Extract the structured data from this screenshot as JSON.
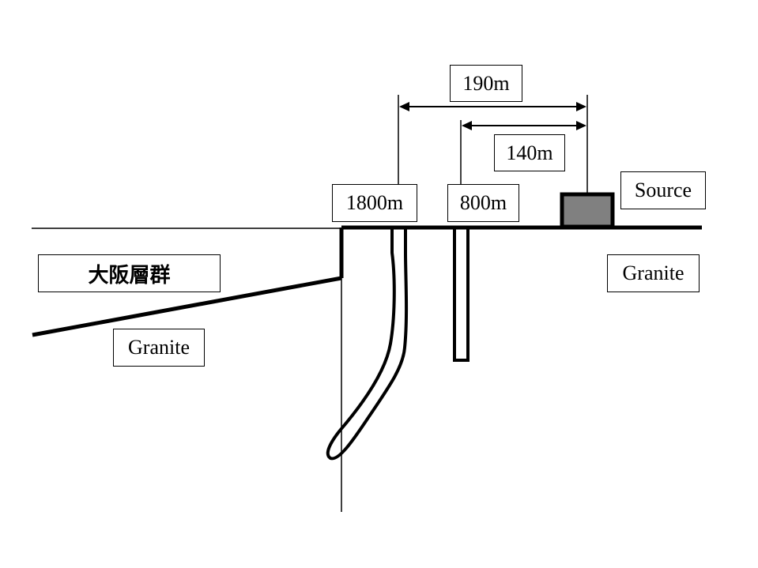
{
  "labels": {
    "dist_190": "190m",
    "dist_140": "140m",
    "well_1800": "1800m",
    "well_800": "800m",
    "source": "Source",
    "granite_right": "Granite",
    "osaka_group": "大阪層群",
    "granite_left": "Granite"
  },
  "colors": {
    "line": "#000000",
    "source_fill": "#808080",
    "background": "#ffffff"
  }
}
